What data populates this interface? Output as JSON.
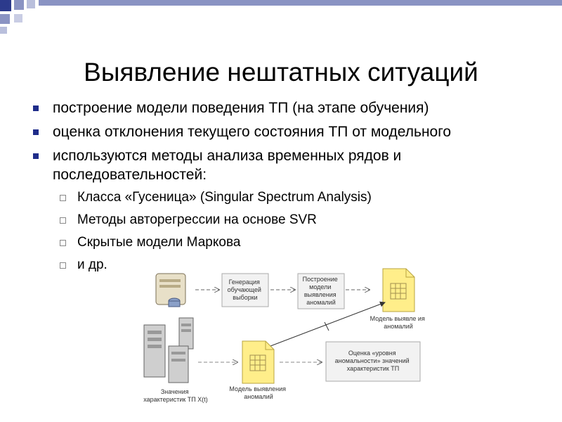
{
  "slide": {
    "title": "Выявление нештатных ситуаций",
    "bullets": [
      {
        "text": "построение модели поведения ТП (на этапе обучения)"
      },
      {
        "text": "оценка отклонения текущего состояния ТП от модельного"
      },
      {
        "text": "используются методы анализа временных рядов и последовательностей:"
      }
    ],
    "sub_bullets": [
      {
        "text": "Класса «Гусеница» (Singular Spectrum Analysis)"
      },
      {
        "text": "Методы авторегрессии на основе SVR"
      },
      {
        "text": "Скрытые модели Маркова"
      },
      {
        "text": "и др."
      }
    ]
  },
  "diagram": {
    "box_gen": [
      "Генерация",
      "обучающей",
      "выборки"
    ],
    "box_build": [
      "Построение",
      "модели",
      "выявления",
      "аномалий"
    ],
    "model_top_caption": [
      "Модель выявле ия",
      "аномалий"
    ],
    "box_eval": [
      "Оценка «уровня",
      "аномальности» значений",
      "характеристик ТП"
    ],
    "servers_caption": [
      "Значения",
      "характеристик ТП X(t)"
    ],
    "model_bottom_caption": [
      "Модель выявления",
      "аномалий"
    ]
  },
  "colors": {
    "accent_bullet": "#1f2d8a",
    "corner_squares": "#7c87b9",
    "doc_yellow": "#ffee8a"
  }
}
